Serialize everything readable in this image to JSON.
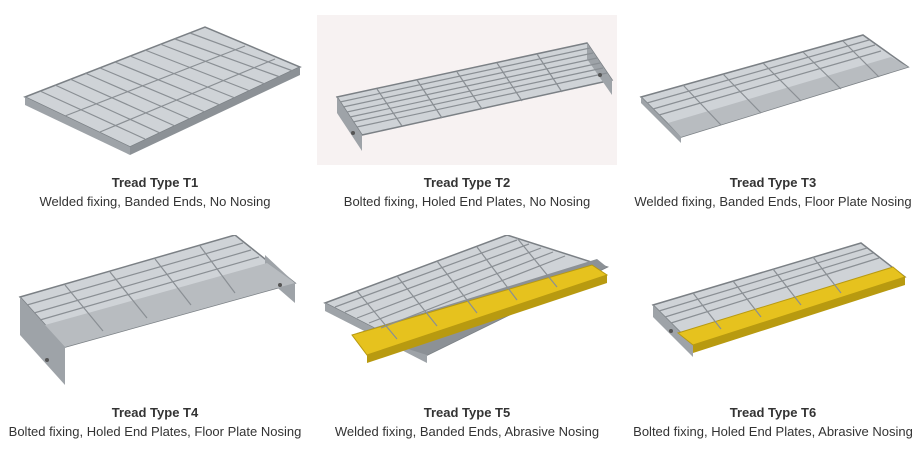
{
  "products": [
    {
      "title": "Tread Type T1",
      "description": "Welded fixing, Banded Ends, No Nosing",
      "nosing": "none"
    },
    {
      "title": "Tread Type T2",
      "description": "Bolted fixing, Holed End Plates, No Nosing",
      "nosing": "none"
    },
    {
      "title": "Tread Type T3",
      "description": "Welded fixing, Banded Ends, Floor Plate Nosing",
      "nosing": "floor-plate"
    },
    {
      "title": "Tread Type T4",
      "description": "Bolted fixing, Holed End Plates, Floor Plate Nosing",
      "nosing": "floor-plate"
    },
    {
      "title": "Tread Type T5",
      "description": "Welded fixing, Banded Ends, Abrasive Nosing",
      "nosing": "abrasive"
    },
    {
      "title": "Tread Type T6",
      "description": "Bolted fixing, Holed End Plates, Abrasive Nosing",
      "nosing": "abrasive"
    }
  ],
  "colors": {
    "steel_light": "#d9dcdf",
    "steel_mid": "#a9adb2",
    "steel_dark": "#6f7479",
    "abrasive_yellow": "#e6c21e"
  }
}
